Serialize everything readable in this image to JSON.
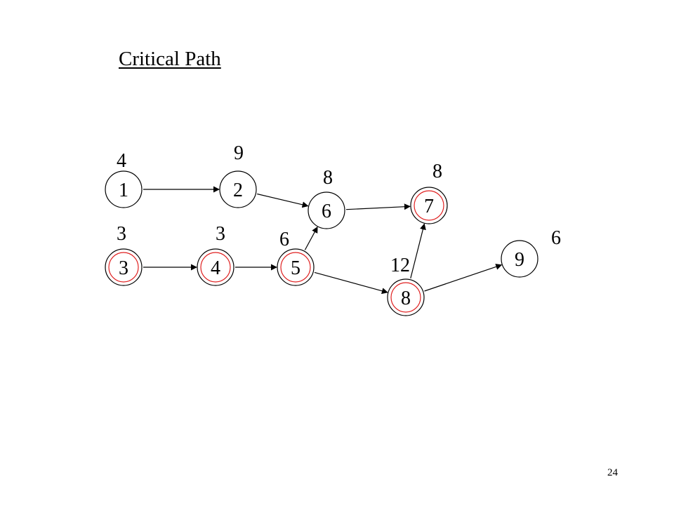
{
  "slide": {
    "title": "Critical Path",
    "number": "24"
  },
  "colors": {
    "critical": "#e02020",
    "outline": "#000000"
  },
  "nodes": [
    {
      "id": "1",
      "label": "1",
      "duration": "4",
      "critical": false
    },
    {
      "id": "2",
      "label": "2",
      "duration": "9",
      "critical": false
    },
    {
      "id": "6",
      "label": "6",
      "duration": "8",
      "critical": false
    },
    {
      "id": "7",
      "label": "7",
      "duration": "8",
      "critical": true
    },
    {
      "id": "3",
      "label": "3",
      "duration": "3",
      "critical": true
    },
    {
      "id": "4",
      "label": "4",
      "duration": "3",
      "critical": true
    },
    {
      "id": "5",
      "label": "5",
      "duration": "6",
      "critical": true
    },
    {
      "id": "8",
      "label": "8",
      "duration": "12",
      "critical": true
    },
    {
      "id": "9",
      "label": "9",
      "duration": "6",
      "critical": false
    }
  ],
  "edges": [
    {
      "from": "1",
      "to": "2"
    },
    {
      "from": "2",
      "to": "6"
    },
    {
      "from": "6",
      "to": "7"
    },
    {
      "from": "3",
      "to": "4"
    },
    {
      "from": "4",
      "to": "5"
    },
    {
      "from": "5",
      "to": "6"
    },
    {
      "from": "5",
      "to": "8"
    },
    {
      "from": "8",
      "to": "7"
    },
    {
      "from": "8",
      "to": "9"
    }
  ]
}
